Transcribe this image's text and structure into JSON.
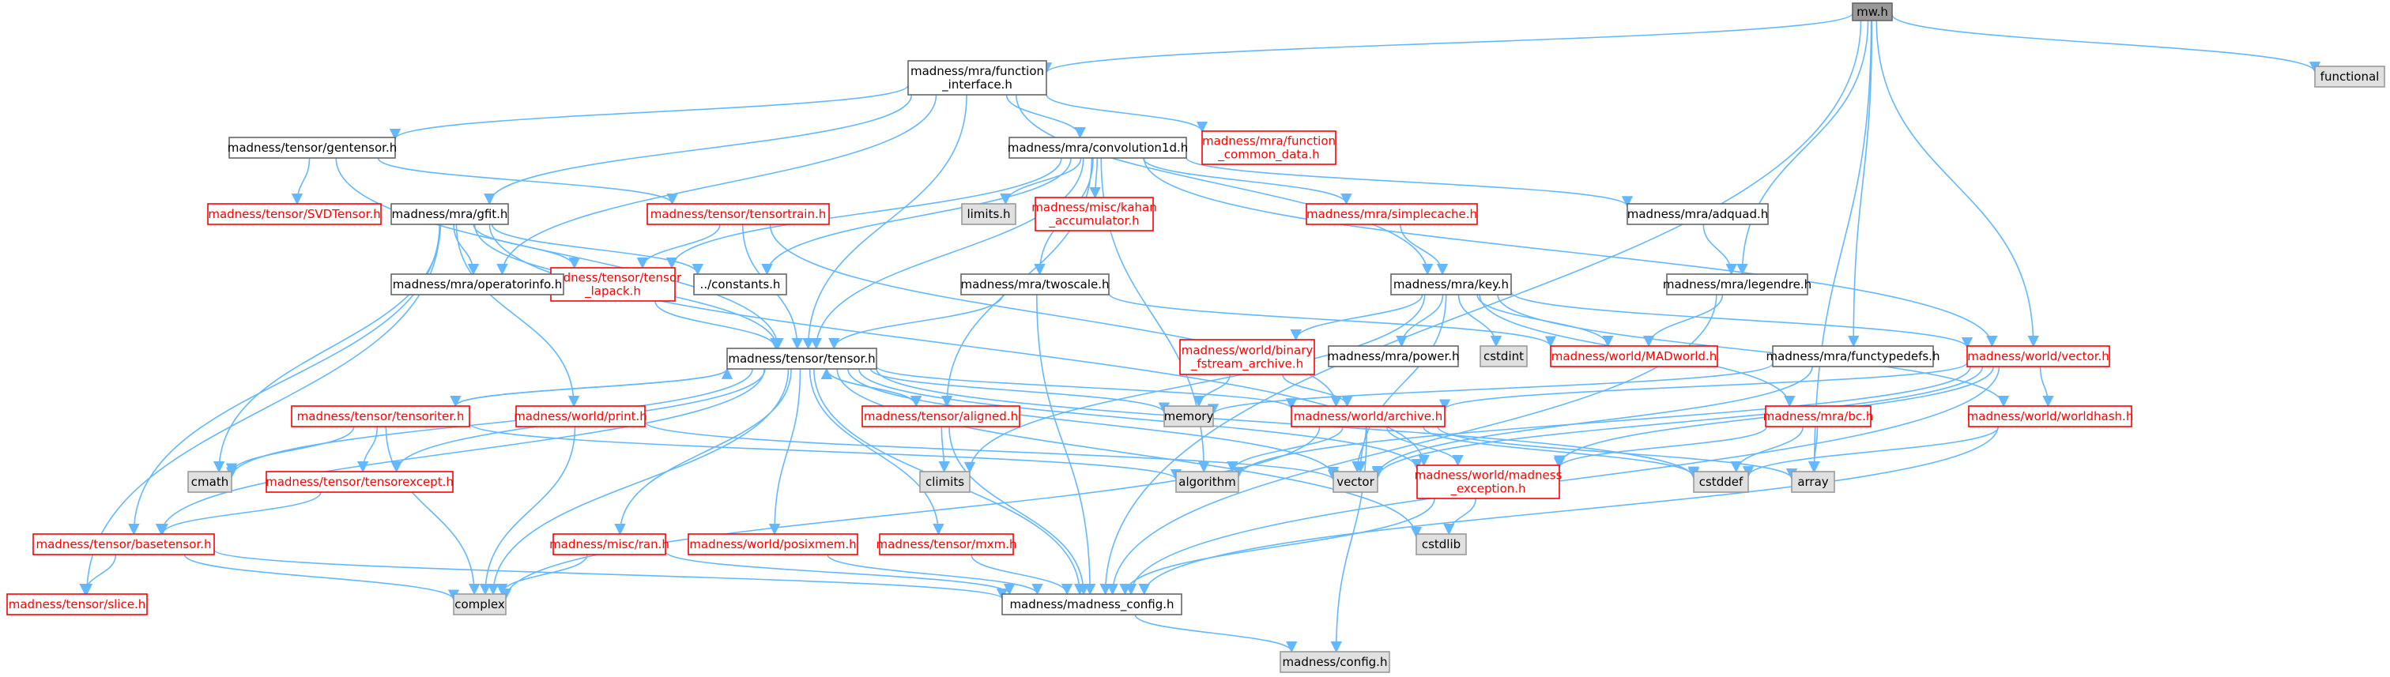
{
  "colors": {
    "edge": "#63b8ff",
    "root_fill": "#999999",
    "root_border": "#666666",
    "normal_fill": "#ffffff",
    "normal_border": "#666666",
    "normal_text": "#000000",
    "truncated_fill": "#ffffff",
    "truncated_border": "#ff0000",
    "truncated_text": "#ff0000",
    "system_fill": "#e0e0e0",
    "system_border": "#999999",
    "system_text": "#000000"
  },
  "nodes": [
    {
      "id": "mw",
      "lines": [
        "mw.h"
      ],
      "kind": "root"
    },
    {
      "id": "mrafi",
      "lines": [
        "madness/mra/function",
        "_interface.h"
      ],
      "kind": "normal"
    },
    {
      "id": "functional",
      "lines": [
        "functional"
      ],
      "kind": "system"
    },
    {
      "id": "gentensor",
      "lines": [
        "madness/tensor/gentensor.h"
      ],
      "kind": "normal"
    },
    {
      "id": "conv1d",
      "lines": [
        "madness/mra/convolution1d.h"
      ],
      "kind": "normal"
    },
    {
      "id": "fcd",
      "lines": [
        "madness/mra/function",
        "_common_data.h"
      ],
      "kind": "truncated"
    },
    {
      "id": "svd",
      "lines": [
        "madness/tensor/SVDTensor.h"
      ],
      "kind": "truncated"
    },
    {
      "id": "tensortrain",
      "lines": [
        "madness/tensor/tensortrain.h"
      ],
      "kind": "truncated"
    },
    {
      "id": "limits",
      "lines": [
        "limits.h"
      ],
      "kind": "system"
    },
    {
      "id": "kahan",
      "lines": [
        "madness/misc/kahan",
        "_accumulator.h"
      ],
      "kind": "truncated"
    },
    {
      "id": "simplecache",
      "lines": [
        "madness/mra/simplecache.h"
      ],
      "kind": "truncated"
    },
    {
      "id": "adquad",
      "lines": [
        "madness/mra/adquad.h"
      ],
      "kind": "normal"
    },
    {
      "id": "gfit",
      "lines": [
        "madness/mra/gfit.h"
      ],
      "kind": "normal"
    },
    {
      "id": "tlapack",
      "lines": [
        "madness/tensor/tensor",
        "_lapack.h"
      ],
      "kind": "truncated"
    },
    {
      "id": "constants",
      "lines": [
        "../constants.h"
      ],
      "kind": "normal"
    },
    {
      "id": "opinfo",
      "lines": [
        "madness/mra/operatorinfo.h"
      ],
      "kind": "normal"
    },
    {
      "id": "twoscale",
      "lines": [
        "madness/mra/twoscale.h"
      ],
      "kind": "normal"
    },
    {
      "id": "key",
      "lines": [
        "madness/mra/key.h"
      ],
      "kind": "normal"
    },
    {
      "id": "legendre",
      "lines": [
        "madness/mra/legendre.h"
      ],
      "kind": "normal"
    },
    {
      "id": "tensor",
      "lines": [
        "madness/tensor/tensor.h"
      ],
      "kind": "normal"
    },
    {
      "id": "binfstream",
      "lines": [
        "madness/world/binary",
        "_fstream_archive.h"
      ],
      "kind": "truncated"
    },
    {
      "id": "power",
      "lines": [
        "madness/mra/power.h"
      ],
      "kind": "normal"
    },
    {
      "id": "cstdint",
      "lines": [
        "cstdint"
      ],
      "kind": "system"
    },
    {
      "id": "madworld",
      "lines": [
        "madness/world/MADworld.h"
      ],
      "kind": "truncated"
    },
    {
      "id": "functypedefs",
      "lines": [
        "madness/mra/functypedefs.h"
      ],
      "kind": "normal"
    },
    {
      "id": "vector",
      "lines": [
        "madness/world/vector.h"
      ],
      "kind": "truncated"
    },
    {
      "id": "tensoriter",
      "lines": [
        "madness/tensor/tensoriter.h"
      ],
      "kind": "truncated"
    },
    {
      "id": "print",
      "lines": [
        "madness/world/print.h"
      ],
      "kind": "truncated"
    },
    {
      "id": "aligned",
      "lines": [
        "madness/tensor/aligned.h"
      ],
      "kind": "truncated"
    },
    {
      "id": "memory",
      "lines": [
        "memory"
      ],
      "kind": "system"
    },
    {
      "id": "archive",
      "lines": [
        "madness/world/archive.h"
      ],
      "kind": "truncated"
    },
    {
      "id": "bc",
      "lines": [
        "madness/mra/bc.h"
      ],
      "kind": "truncated"
    },
    {
      "id": "worldhash",
      "lines": [
        "madness/world/worldhash.h"
      ],
      "kind": "truncated"
    },
    {
      "id": "cmath",
      "lines": [
        "cmath"
      ],
      "kind": "system"
    },
    {
      "id": "tensorexcept",
      "lines": [
        "madness/tensor/tensorexcept.h"
      ],
      "kind": "truncated"
    },
    {
      "id": "climits",
      "lines": [
        "climits"
      ],
      "kind": "system"
    },
    {
      "id": "algorithm",
      "lines": [
        "algorithm"
      ],
      "kind": "system"
    },
    {
      "id": "vectorstd",
      "lines": [
        "vector"
      ],
      "kind": "system"
    },
    {
      "id": "madexc",
      "lines": [
        "madness/world/madness",
        "_exception.h"
      ],
      "kind": "truncated"
    },
    {
      "id": "cstddef",
      "lines": [
        "cstddef"
      ],
      "kind": "system"
    },
    {
      "id": "array",
      "lines": [
        "array"
      ],
      "kind": "system"
    },
    {
      "id": "basetensor",
      "lines": [
        "madness/tensor/basetensor.h"
      ],
      "kind": "truncated"
    },
    {
      "id": "ran",
      "lines": [
        "madness/misc/ran.h"
      ],
      "kind": "truncated"
    },
    {
      "id": "posixmem",
      "lines": [
        "madness/world/posixmem.h"
      ],
      "kind": "truncated"
    },
    {
      "id": "mxm",
      "lines": [
        "madness/tensor/mxm.h"
      ],
      "kind": "truncated"
    },
    {
      "id": "cstdlib",
      "lines": [
        "cstdlib"
      ],
      "kind": "system"
    },
    {
      "id": "slice",
      "lines": [
        "madness/tensor/slice.h"
      ],
      "kind": "truncated"
    },
    {
      "id": "complex",
      "lines": [
        "complex"
      ],
      "kind": "system"
    },
    {
      "id": "madconfig",
      "lines": [
        "madness/madness_config.h"
      ],
      "kind": "normal"
    },
    {
      "id": "config",
      "lines": [
        "madness/config.h"
      ],
      "kind": "system"
    }
  ],
  "edges": [
    [
      "mw",
      "mrafi"
    ],
    [
      "mw",
      "functional"
    ],
    [
      "mw",
      "legendre"
    ],
    [
      "mw",
      "functypedefs"
    ],
    [
      "mw",
      "madconfig"
    ],
    [
      "mw",
      "vector"
    ],
    [
      "mw",
      "array"
    ],
    [
      "mrafi",
      "gentensor"
    ],
    [
      "mrafi",
      "conv1d"
    ],
    [
      "mrafi",
      "fcd"
    ],
    [
      "mrafi",
      "gfit"
    ],
    [
      "mrafi",
      "opinfo"
    ],
    [
      "mrafi",
      "key"
    ],
    [
      "mrafi",
      "tensor"
    ],
    [
      "gentensor",
      "svd"
    ],
    [
      "gentensor",
      "tensortrain"
    ],
    [
      "gentensor",
      "tensor"
    ],
    [
      "conv1d",
      "limits"
    ],
    [
      "conv1d",
      "kahan"
    ],
    [
      "conv1d",
      "simplecache"
    ],
    [
      "conv1d",
      "adquad"
    ],
    [
      "conv1d",
      "constants"
    ],
    [
      "conv1d",
      "tlapack"
    ],
    [
      "conv1d",
      "twoscale"
    ],
    [
      "conv1d",
      "tensor"
    ],
    [
      "conv1d",
      "aligned"
    ],
    [
      "conv1d",
      "algorithm"
    ],
    [
      "conv1d",
      "vector"
    ],
    [
      "tensortrain",
      "tlapack"
    ],
    [
      "tensortrain",
      "tensor"
    ],
    [
      "tensortrain",
      "archive"
    ],
    [
      "simplecache",
      "key"
    ],
    [
      "adquad",
      "legendre"
    ],
    [
      "gfit",
      "opinfo"
    ],
    [
      "gfit",
      "tlapack"
    ],
    [
      "gfit",
      "constants"
    ],
    [
      "gfit",
      "tensor"
    ],
    [
      "gfit",
      "print"
    ],
    [
      "gfit",
      "cmath"
    ],
    [
      "gfit",
      "basetensor"
    ],
    [
      "gfit",
      "slice"
    ],
    [
      "gfit",
      "madexc"
    ],
    [
      "tlapack",
      "tensor"
    ],
    [
      "twoscale",
      "tensor"
    ],
    [
      "twoscale",
      "madworld"
    ],
    [
      "twoscale",
      "madconfig"
    ],
    [
      "key",
      "binfstream"
    ],
    [
      "key",
      "power"
    ],
    [
      "key",
      "cstdint"
    ],
    [
      "key",
      "madworld"
    ],
    [
      "key",
      "vector"
    ],
    [
      "key",
      "climits"
    ],
    [
      "key",
      "worldhash"
    ],
    [
      "key",
      "vectorstd"
    ],
    [
      "key",
      "bc"
    ],
    [
      "legendre",
      "madworld"
    ],
    [
      "legendre",
      "madconfig"
    ],
    [
      "tensor",
      "tensoriter"
    ],
    [
      "tensor",
      "aligned"
    ],
    [
      "tensor",
      "memory"
    ],
    [
      "tensor",
      "archive"
    ],
    [
      "tensor",
      "cmath"
    ],
    [
      "tensor",
      "tensorexcept"
    ],
    [
      "tensor",
      "basetensor"
    ],
    [
      "tensor",
      "complex"
    ],
    [
      "tensor",
      "ran"
    ],
    [
      "tensor",
      "posixmem"
    ],
    [
      "tensor",
      "mxm"
    ],
    [
      "tensor",
      "cstdlib"
    ],
    [
      "tensor",
      "madconfig"
    ],
    [
      "tensor",
      "vectorstd"
    ],
    [
      "tensor",
      "madexc"
    ],
    [
      "tensor",
      "cstddef"
    ],
    [
      "binfstream",
      "memory"
    ],
    [
      "binfstream",
      "archive"
    ],
    [
      "functypedefs",
      "memory"
    ],
    [
      "functypedefs",
      "vectorstd"
    ],
    [
      "vector",
      "archive"
    ],
    [
      "vector",
      "worldhash"
    ],
    [
      "vector",
      "vectorstd"
    ],
    [
      "vector",
      "algorithm"
    ],
    [
      "vector",
      "madexc"
    ],
    [
      "vector",
      "madconfig"
    ],
    [
      "tensoriter",
      "tensor"
    ],
    [
      "tensoriter",
      "cmath"
    ],
    [
      "tensoriter",
      "tensorexcept"
    ],
    [
      "tensoriter",
      "complex"
    ],
    [
      "tensoriter",
      "algorithm"
    ],
    [
      "print",
      "complex"
    ],
    [
      "print",
      "vectorstd"
    ],
    [
      "aligned",
      "tensor"
    ],
    [
      "aligned",
      "climits"
    ],
    [
      "aligned",
      "madconfig"
    ],
    [
      "archive",
      "algorithm"
    ],
    [
      "archive",
      "vectorstd"
    ],
    [
      "archive",
      "madexc"
    ],
    [
      "archive",
      "cstddef"
    ],
    [
      "archive",
      "array"
    ],
    [
      "archive",
      "complex"
    ],
    [
      "archive",
      "config"
    ],
    [
      "bc",
      "array"
    ],
    [
      "bc",
      "madexc"
    ],
    [
      "bc",
      "cstddef"
    ],
    [
      "worldhash",
      "cstddef"
    ],
    [
      "worldhash",
      "madconfig"
    ],
    [
      "tensorexcept",
      "basetensor"
    ],
    [
      "madexc",
      "cstdlib"
    ],
    [
      "madexc",
      "madconfig"
    ],
    [
      "basetensor",
      "slice"
    ],
    [
      "basetensor",
      "complex"
    ],
    [
      "basetensor",
      "madconfig"
    ],
    [
      "ran",
      "complex"
    ],
    [
      "ran",
      "madconfig"
    ],
    [
      "posixmem",
      "madconfig"
    ],
    [
      "mxm",
      "madconfig"
    ],
    [
      "madconfig",
      "config"
    ]
  ]
}
